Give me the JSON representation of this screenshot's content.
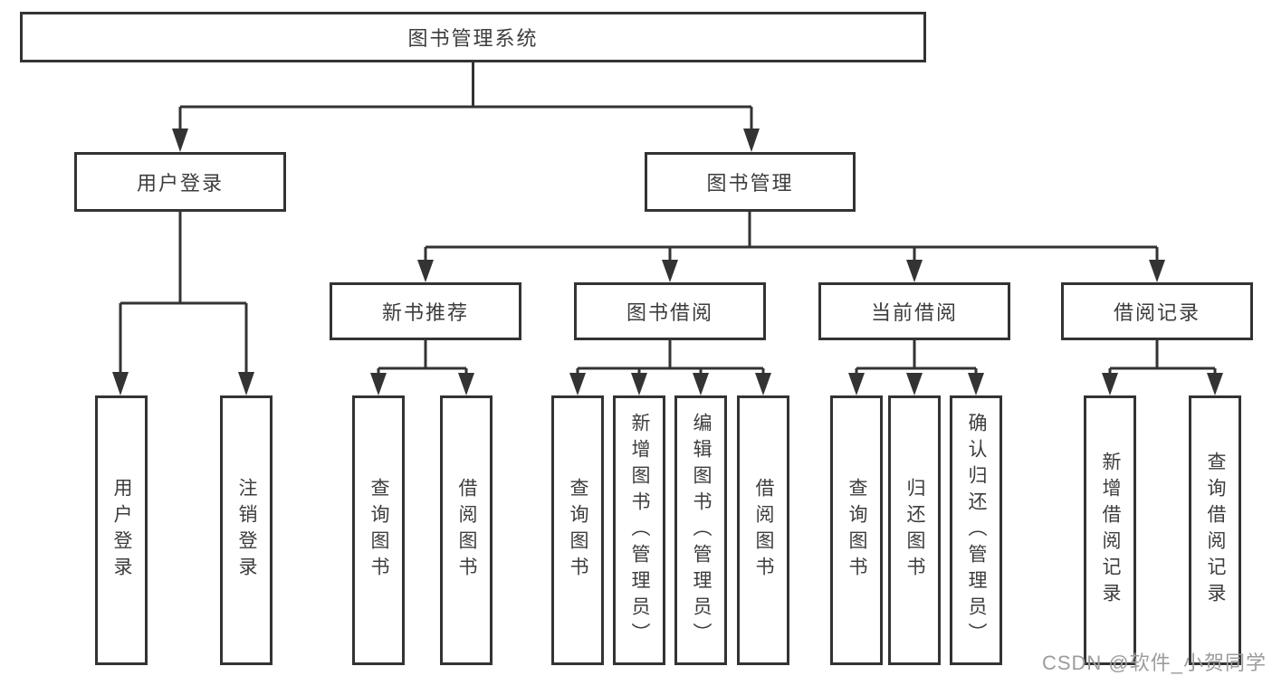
{
  "nodes": {
    "root": "图书管理系统",
    "user_login": "用户登录",
    "book_management": "图书管理",
    "new_book_recommendation": "新书推荐",
    "book_borrowing": "图书借阅",
    "current_borrowing": "当前借阅",
    "borrowing_records": "借阅记录",
    "leaf_user_login": "用户登录",
    "leaf_logout": "注销登录",
    "leaf_query_books_rec": "查询图书",
    "leaf_borrow_books_rec": "借阅图书",
    "leaf_query_books_borrow": "查询图书",
    "leaf_add_books_admin": "新增图书（管理员）",
    "leaf_edit_books_admin": "编辑图书（管理员）",
    "leaf_borrow_books_borrow": "借阅图书",
    "leaf_query_books_current": "查询图书",
    "leaf_return_books": "归还图书",
    "leaf_confirm_return_admin": "确认归还（管理员）",
    "leaf_add_borrow_record": "新增借阅记录",
    "leaf_query_borrow_record": "查询借阅记录"
  },
  "watermark": "CSDN @软件_小贺同学",
  "colors": {
    "line": "#333333",
    "box_border": "#333333",
    "text": "#3d3d3d",
    "watermark": "#9c9c9c",
    "background": "#ffffff"
  }
}
